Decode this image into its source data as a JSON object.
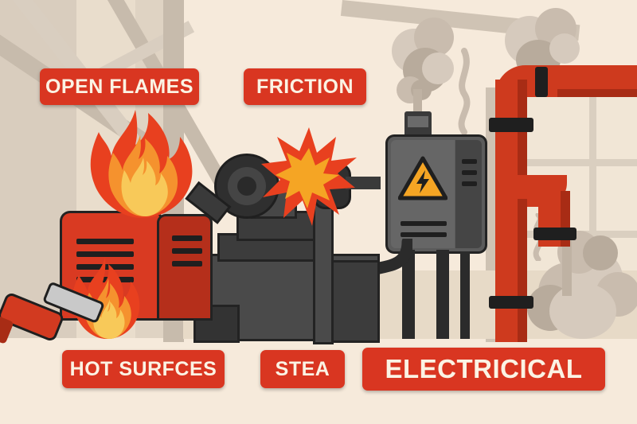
{
  "illustration": {
    "title": "Industrial Fire Hazard Sources",
    "style": "flat-vector-infographic",
    "scene": "factory interior with machinery, piping and hazard labels"
  },
  "labels": [
    {
      "id": "open-flames",
      "text": "OPEN FLAMES",
      "position": "top-left",
      "color": "#D93621",
      "text_color": "#FBF3E4"
    },
    {
      "id": "friction",
      "text": "FRICTION",
      "position": "top-center",
      "color": "#D93621",
      "text_color": "#FBF3E4"
    },
    {
      "id": "hot-surfaces",
      "text": "HOT SURFCES",
      "position": "bottom-left",
      "color": "#D93621",
      "text_color": "#FBF3E4"
    },
    {
      "id": "steam",
      "text": "STEA",
      "position": "bottom-center",
      "color": "#D93621",
      "text_color": "#FBF3E4"
    },
    {
      "id": "electrical",
      "text": "ELECTRICICAL",
      "position": "bottom-right",
      "color": "#D93621",
      "text_color": "#FBF3E4"
    }
  ],
  "scene_elements": {
    "flame_large": "large open flame above red machine",
    "flame_small": "small flame at torch tip",
    "torch": "red handheld blowtorch with metal nozzle",
    "spark_burst": "orange starburst spark between machine pulleys",
    "pulley": "dark concentric drive wheel",
    "electrical_box": "grey electrical junction box with hazard label",
    "hazard_symbol": "lightning bolt in yellow warning triangle",
    "steam_cloud": "tan steam cloud venting from red pipe",
    "smoke_plume": "grey smoke rising from box stack",
    "heat_squiggle": "wavy heat line",
    "pipes": "red industrial piping with dark collars",
    "red_machine": "red machine housing with vent slats",
    "machine_blocks": "dark charcoal equipment blocks",
    "background": "cream factory wall with diagonal beams and window grid"
  },
  "palette": {
    "label_red": "#D93621",
    "label_text": "#FBF3E4",
    "flame_outer": "#E8401F",
    "flame_mid": "#F5922E",
    "flame_inner": "#F8C959",
    "pipe_red": "#CE3A1E",
    "machine_red": "#D93A22",
    "machine_dark": "#3C3C3C",
    "floor_grey": "#8A7F77",
    "wall_cream": "#F6EADB",
    "steam_tan": "#C9BCAE",
    "hazard_yellow": "#F5A524"
  }
}
